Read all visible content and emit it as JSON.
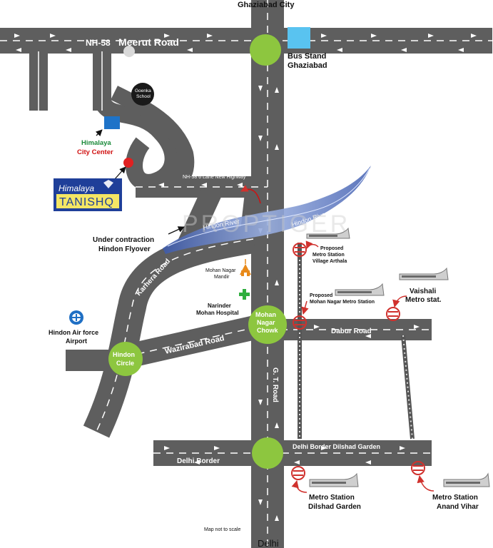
{
  "colors": {
    "road": "#636363",
    "road_edge": "#4a4a4a",
    "lane_line": "#ffffff",
    "junction": "#8dc63f",
    "river": "#6f86c9",
    "bus_stand": "#59c3f0",
    "marker_red": "#e02020",
    "metro_red": "#d0312d",
    "text_dark": "#111111",
    "text_green": "#1a8a3a",
    "text_red": "#d01010",
    "tanishq_blue": "#1f3f99",
    "tanishq_yellow": "#f4e664"
  },
  "labels": {
    "ghaziabad_city": "Ghaziabad City",
    "nh58": "NH-58",
    "meerut_road": "Meerut Road",
    "bus_stand": "Bus Stand\nGhaziabad",
    "goenka_school": "Goenka\nSchool",
    "himalaya_city_center_1": "Himalaya",
    "himalaya_city_center_2": "City Center",
    "nh58_highway": "NH-58  6 Lane New Highway",
    "hindon_river_1": "Hindon River",
    "hindon_river_2": "Hindon River",
    "under_contraction": "Under contraction\nHindon Flyover",
    "karhera_road": "Karhera Road",
    "mohan_nagar_mandir": "Mohan Nagar\nMandir",
    "narinder_hospital": "Narinder\nMohan Hospital",
    "hindon_airforce": "Hindon Air force\nAirport",
    "hindon_circle": "Hindon\nCircle",
    "wazirabad_road": "Wazirabad Road",
    "mohan_nagar_chowk": "Mohan\nNagar\nChowk",
    "dabur_road": "Dabur Road",
    "gt_road": "G. T. Road",
    "proposed_arthala": "Proposed\nMetro Station\nVillage Arthala",
    "proposed_mohan_nagar": "Proposed\nMohan Nagar Metro Station",
    "vaishali": "Vaishali\nMetro stat.",
    "delhi_border": "Delhi Border",
    "delhi_border_dilshad": "Delhi Border Dilshad Garden",
    "metro_dilshad": "Metro Station\nDilshad Garden",
    "metro_anand_vihar": "Metro Station\nAnand Vihar",
    "not_to_scale": "Map not to scale",
    "delhi": "Delhi",
    "watermark": "PROPTIGER"
  },
  "tanishq_logo": {
    "line1": "Himalaya",
    "line2": "TANISHQ"
  },
  "icons": {
    "bus_stand": "square-marker-icon",
    "goenka_school": "school-circle-icon",
    "himalaya": "red-location-dot-icon",
    "mandir": "temple-icon",
    "hospital": "green-cross-icon",
    "airport": "airport-icon",
    "metro": "metro-logo-icon",
    "train": "train-icon"
  }
}
